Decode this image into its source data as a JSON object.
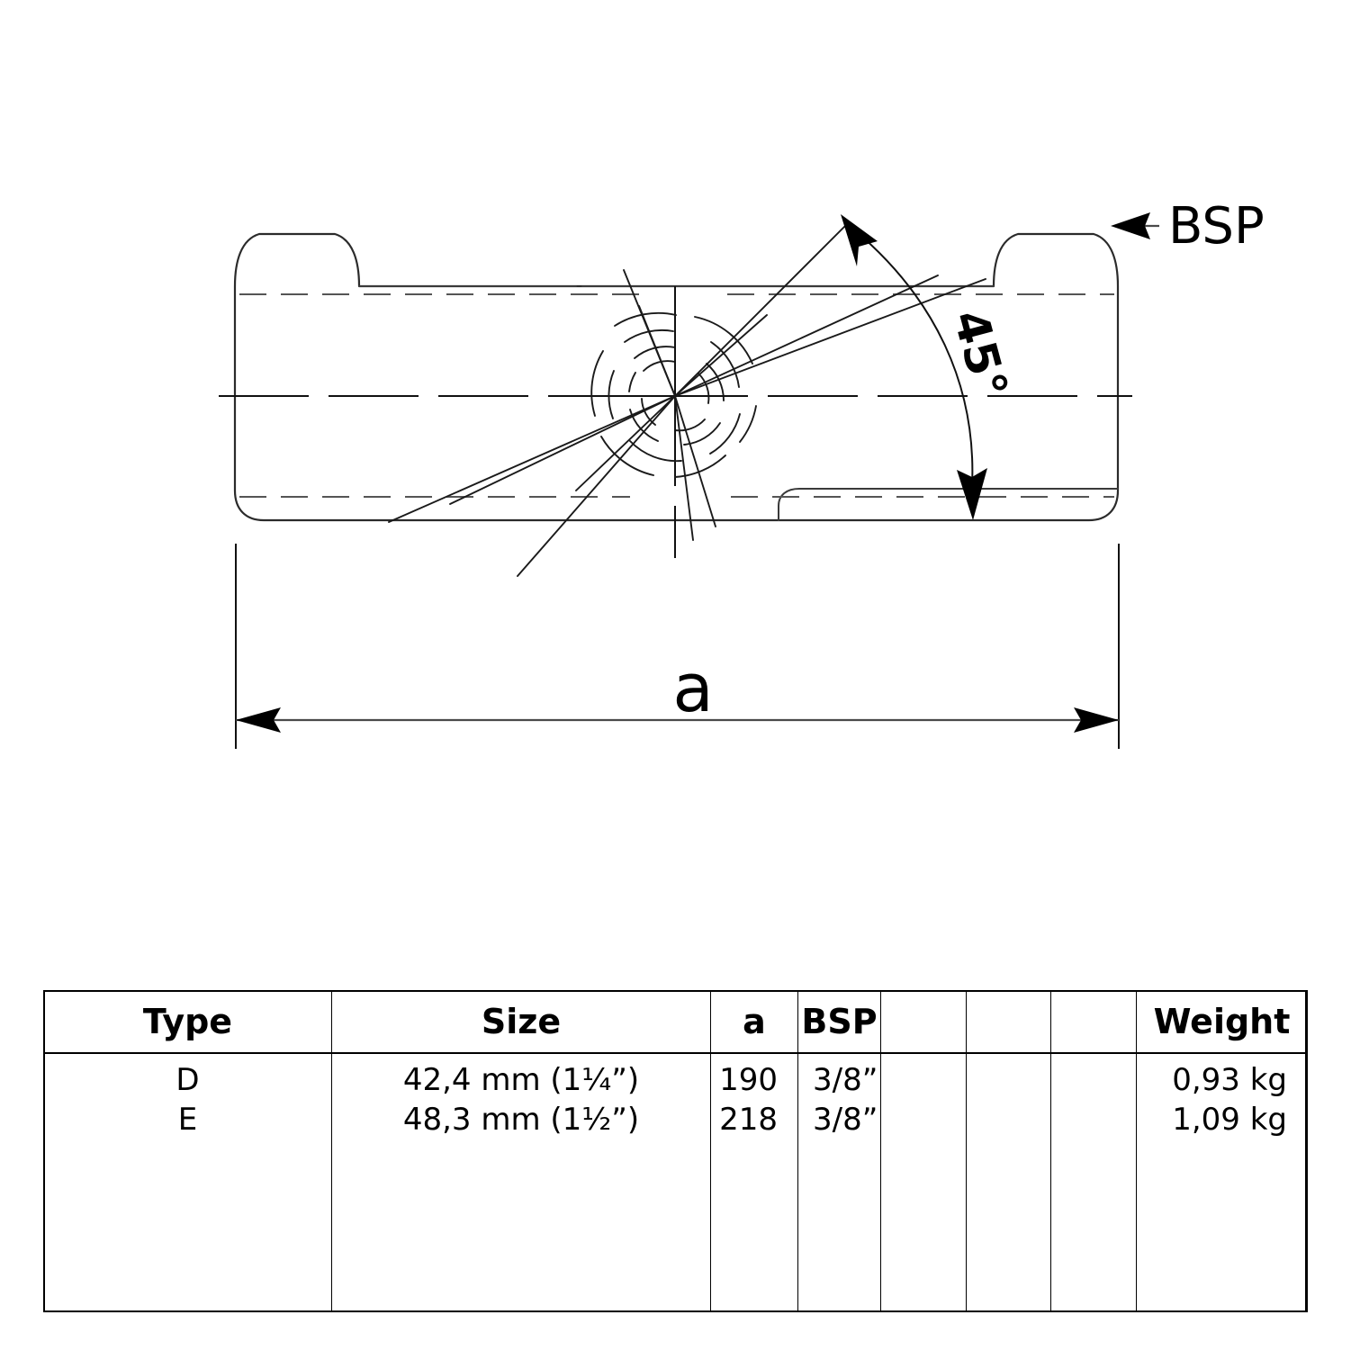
{
  "drawing": {
    "title_labels": {
      "bsp_callout": "BSP",
      "angle_callout": "45°",
      "length_dimension": "a"
    },
    "icons": {
      "bsp_arrow": "left-arrow-icon",
      "angle_arc_arrow": "arc-arrow-icon",
      "dimension_arrow_left": "arrow-left-icon",
      "dimension_arrow_right": "arrow-right-icon"
    }
  },
  "table": {
    "headers": [
      "Type",
      "Size",
      "a",
      "BSP",
      "",
      "",
      "",
      "Weight"
    ],
    "rows": [
      {
        "type": "D",
        "size": "42,4 mm (1¼”)",
        "a": "190",
        "bsp": "3/8”",
        "col5": "",
        "col6": "",
        "col7": "",
        "weight": "0,93 kg"
      },
      {
        "type": "E",
        "size": "48,3 mm (1½”)",
        "a": "218",
        "bsp": "3/8”",
        "col5": "",
        "col6": "",
        "col7": "",
        "weight": "1,09 kg"
      }
    ]
  },
  "colors": {
    "line": "#2b2b2b",
    "text": "#000000",
    "background": "#ffffff"
  }
}
